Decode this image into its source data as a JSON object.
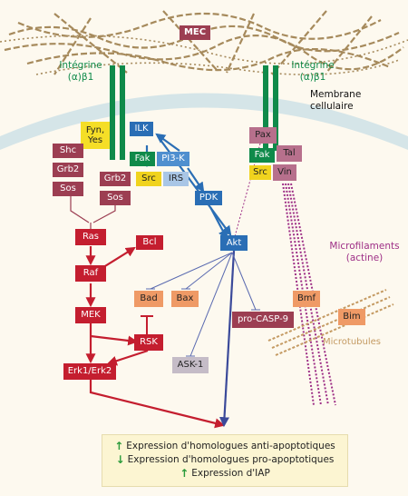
{
  "colors": {
    "background": "#fdf9ef",
    "membrane": "#d5e5e8",
    "matrix_fibres": "#a68a5c",
    "integrin_green": "#0f8a4a",
    "ilk_blue": "#2a6eb5",
    "pi3k_blue": "#4f8fcf",
    "irs_light_blue": "#a9c6e6",
    "fyn_yellow": "#f5de27",
    "src_yellow": "#f0d31e",
    "ras_pathway_red": "#c41e2f",
    "adaptor_maroon": "#9c3e52",
    "apoptotic_orange": "#ef9a66",
    "ask1_gray": "#c5bcc7",
    "pax_mauve": "#b7708c",
    "microfilament_purple": "#9e2f86",
    "microtubule_tan": "#c49a62",
    "output_box": "#fcf5d2"
  },
  "matrix": {
    "label": "MEC"
  },
  "membrane": {
    "label": "Membrane cellulaire"
  },
  "integrins": {
    "left_label": "Intégrine\n(α)β1",
    "right_label": "Intégrine\n(α)β1"
  },
  "nodes": {
    "fyn_yes": "Fyn,\nYes",
    "shc": "Shc",
    "grb2_left": "Grb2",
    "sos_left": "Sos",
    "grb2_right": "Grb2",
    "sos_right": "Sos",
    "ilk": "ILK",
    "fak_left": "Fak",
    "pi3k": "PI3-K",
    "src_left": "Src",
    "irs": "IRS",
    "pdk": "PDK",
    "akt": "Akt",
    "ras": "Ras",
    "bcl": "Bcl",
    "raf": "Raf",
    "mek": "MEK",
    "rsk": "RSK",
    "erk": "Erk1/Erk2",
    "bad": "Bad",
    "bax": "Bax",
    "casp9": "pro-CASP-9",
    "ask1": "ASK-1",
    "pax": "Pax",
    "fak_right": "Fak",
    "tal": "Tal",
    "src_right": "Src",
    "vin": "Vin",
    "bmf": "Bmf",
    "bim": "Bim"
  },
  "labels": {
    "microfilaments": "Microfilaments\n(actine)",
    "microtubules": "Microtubules"
  },
  "outputs": [
    {
      "direction": "up",
      "text": "Expression d'homologues anti-apoptotiques"
    },
    {
      "direction": "down",
      "text": "Expression d'homologues pro-apoptotiques"
    },
    {
      "direction": "up",
      "text": "Expression d'IAP"
    }
  ]
}
